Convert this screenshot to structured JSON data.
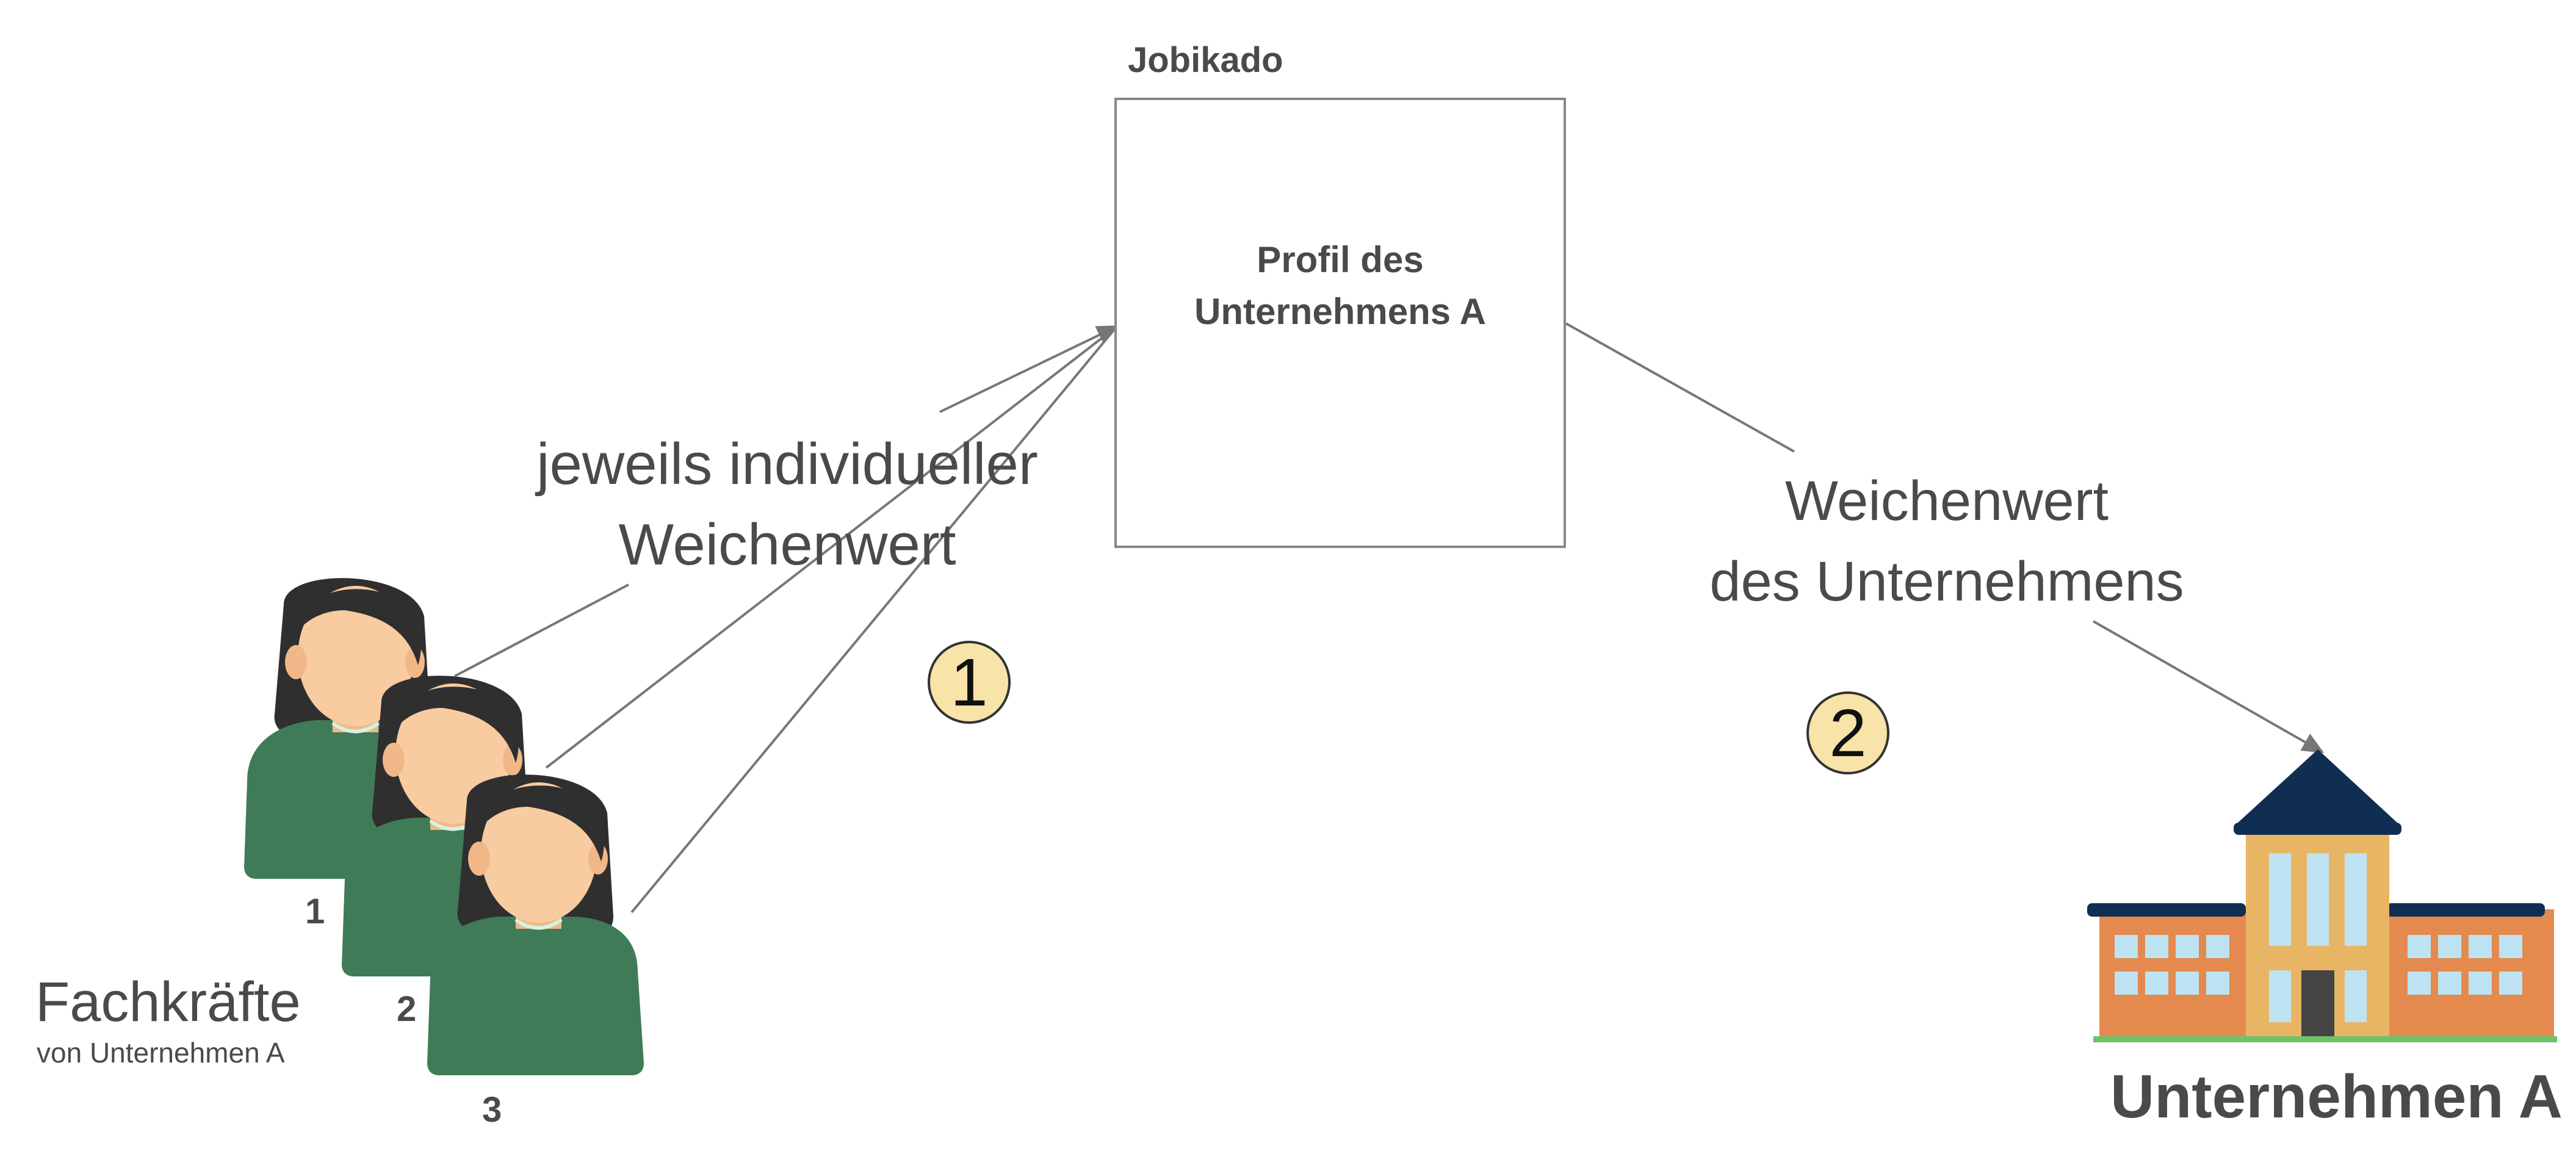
{
  "platform": {
    "name": "Jobikado"
  },
  "profile": {
    "line1": "Profil des",
    "line2": "Unternehmens A"
  },
  "labels": {
    "individual_line1": "jeweils individueller",
    "individual_line2": "Weichenwert",
    "company_line1": "Weichenwert",
    "company_line2": "des Unternehmens"
  },
  "steps": [
    "1",
    "2"
  ],
  "workers": {
    "numbers": [
      "1",
      "2",
      "3"
    ],
    "title": "Fachkräfte",
    "subtitle": "von Unternehmen A"
  },
  "company": {
    "name": "Unternehmen A"
  },
  "colors": {
    "line": "#777777",
    "badge_fill": "#f8e3a8",
    "shirt": "#3f7b57",
    "hair": "#2f2f2f",
    "skin": "#f8cba0",
    "roof": "#0f2e52",
    "wall": "#e48a4e",
    "tower": "#e8b564",
    "window": "#bde3f2",
    "grass": "#6cc36a"
  },
  "icons": [
    "person-icon",
    "building-icon"
  ]
}
